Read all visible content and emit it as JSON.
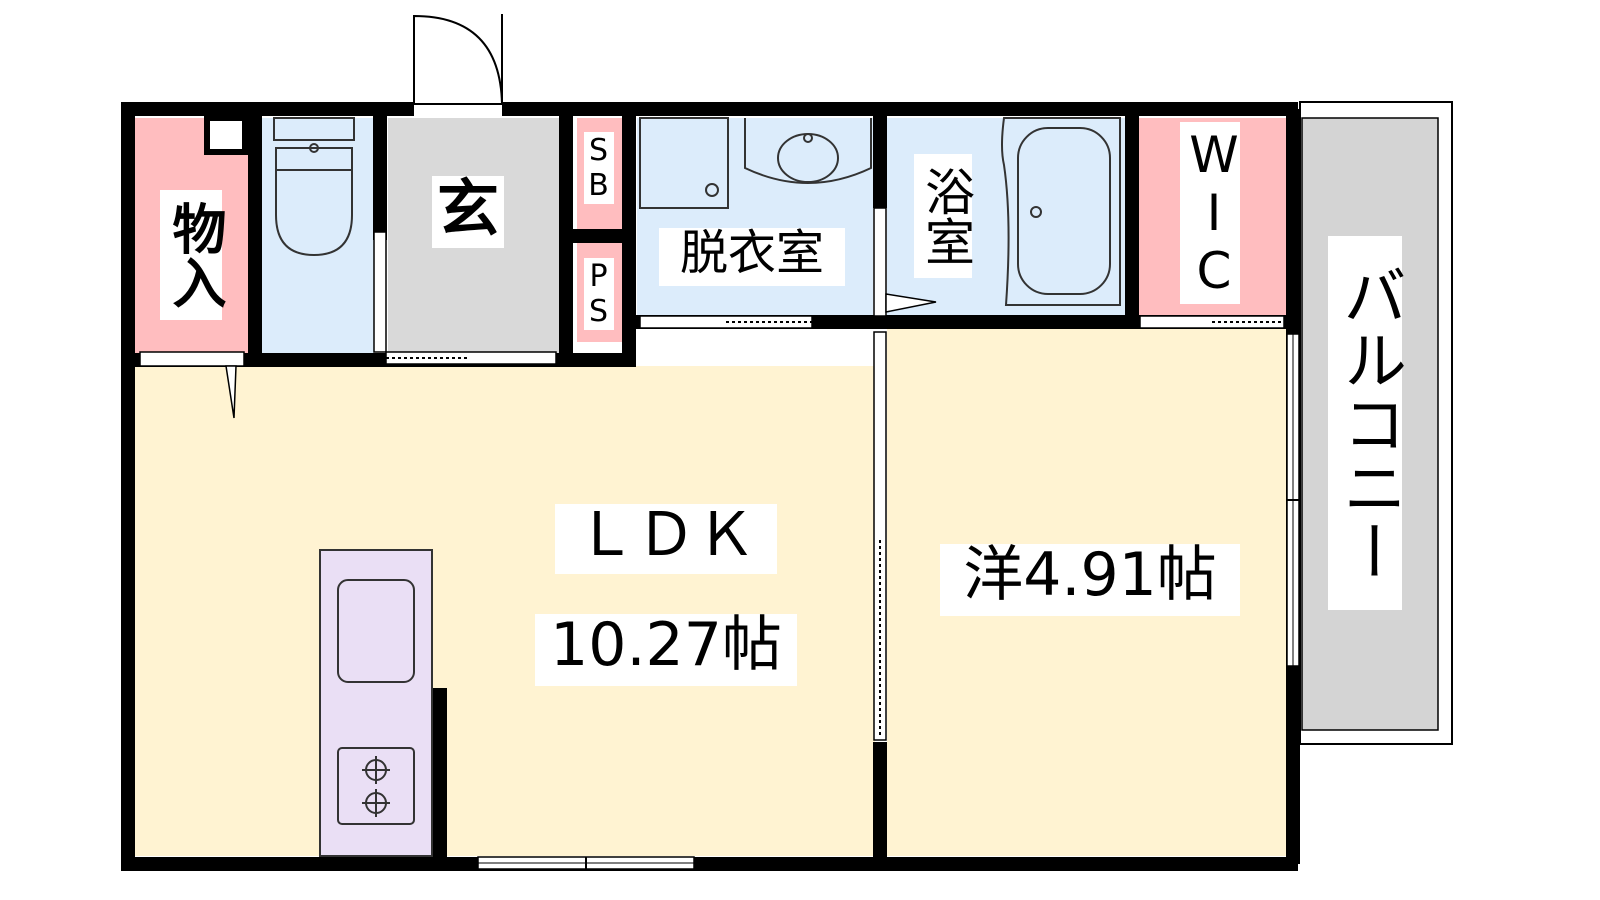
{
  "rooms": {
    "storage": "物入",
    "entrance": "玄",
    "shoe_box": "SB",
    "pipe_space": "PS",
    "dressing_room": "脱衣室",
    "bathroom": "浴室",
    "walk_in_closet": "WIC",
    "balcony": "バルコニー",
    "ldk_name": "ＬＤＫ",
    "ldk_size": "10.27帖",
    "western_room": "洋4.91帖"
  },
  "colors": {
    "wall": "#000000",
    "living_floor": "#fff3d2",
    "wet_area": "#dcecfb",
    "storage": "#ffbdbf",
    "entrance_floor": "#d9d9d9",
    "balcony": "#d4d4d4",
    "kitchen": "#eadff5"
  },
  "icons": [
    "toilet-icon",
    "washbasin-icon",
    "bathtub-icon",
    "sink-icon",
    "stove-icon",
    "door-swing-icon"
  ]
}
